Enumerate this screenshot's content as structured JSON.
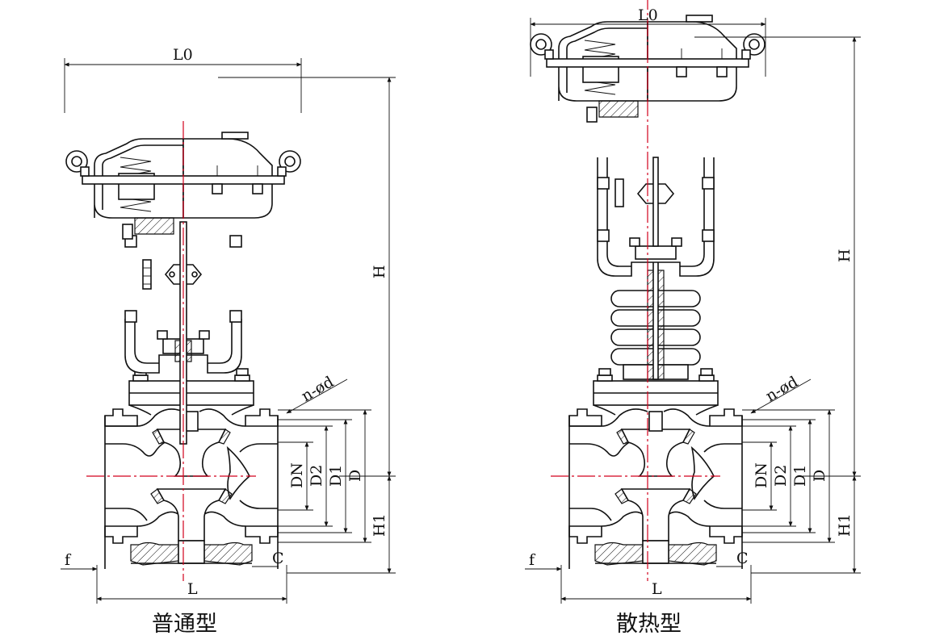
{
  "diagram": {
    "views": [
      {
        "id": "standard",
        "caption": "普通型",
        "dims": {
          "L0": "L0",
          "H": "H",
          "H1": "H1",
          "L": "L",
          "D": "D",
          "D1": "D1",
          "D2": "D2",
          "DN": "DN",
          "C": "C",
          "f": "f",
          "nd": "n-ød"
        }
      },
      {
        "id": "heat-sink",
        "caption": "散热型",
        "dims": {
          "L0": "L0",
          "H": "H",
          "H1": "H1",
          "L": "L",
          "D": "D",
          "D1": "D1",
          "D2": "D2",
          "DN": "DN",
          "C": "C",
          "f": "f",
          "nd": "n-ød"
        }
      }
    ]
  }
}
